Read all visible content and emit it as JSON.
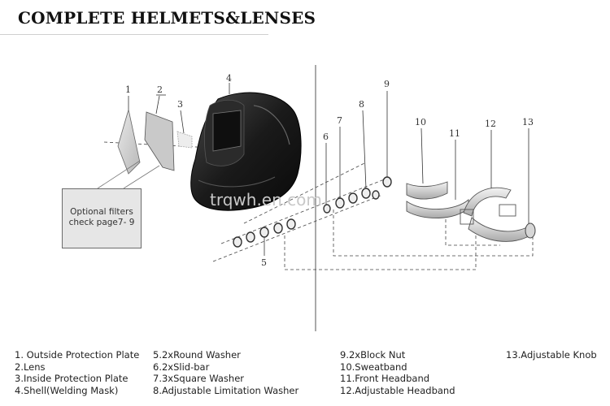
{
  "title": "COMPLETE HELMETS&LENSES",
  "watermark": "trqwh.en.com",
  "callout": {
    "line1": "Optional filters",
    "line2": "check page7- 9"
  },
  "part_numbers": [
    "1",
    "2",
    "3",
    "4",
    "5",
    "6",
    "7",
    "8",
    "9",
    "10",
    "11",
    "12",
    "13"
  ],
  "legend": {
    "col1": [
      "1. Outside Protection Plate",
      "2.Lens",
      "3.Inside Protection Plate",
      "4.Shell(Welding Mask)"
    ],
    "col2": [
      "5.2xRound Washer",
      "6.2xSlid-bar",
      "7.3xSquare Washer",
      "8.Adjustable Limitation Washer"
    ],
    "col3": [
      "9.2xBlock Nut",
      "10.Sweatband",
      "11.Front Headband",
      "12.Adjustable Headband"
    ],
    "col4": [
      "13.Adjustable Knob"
    ]
  }
}
